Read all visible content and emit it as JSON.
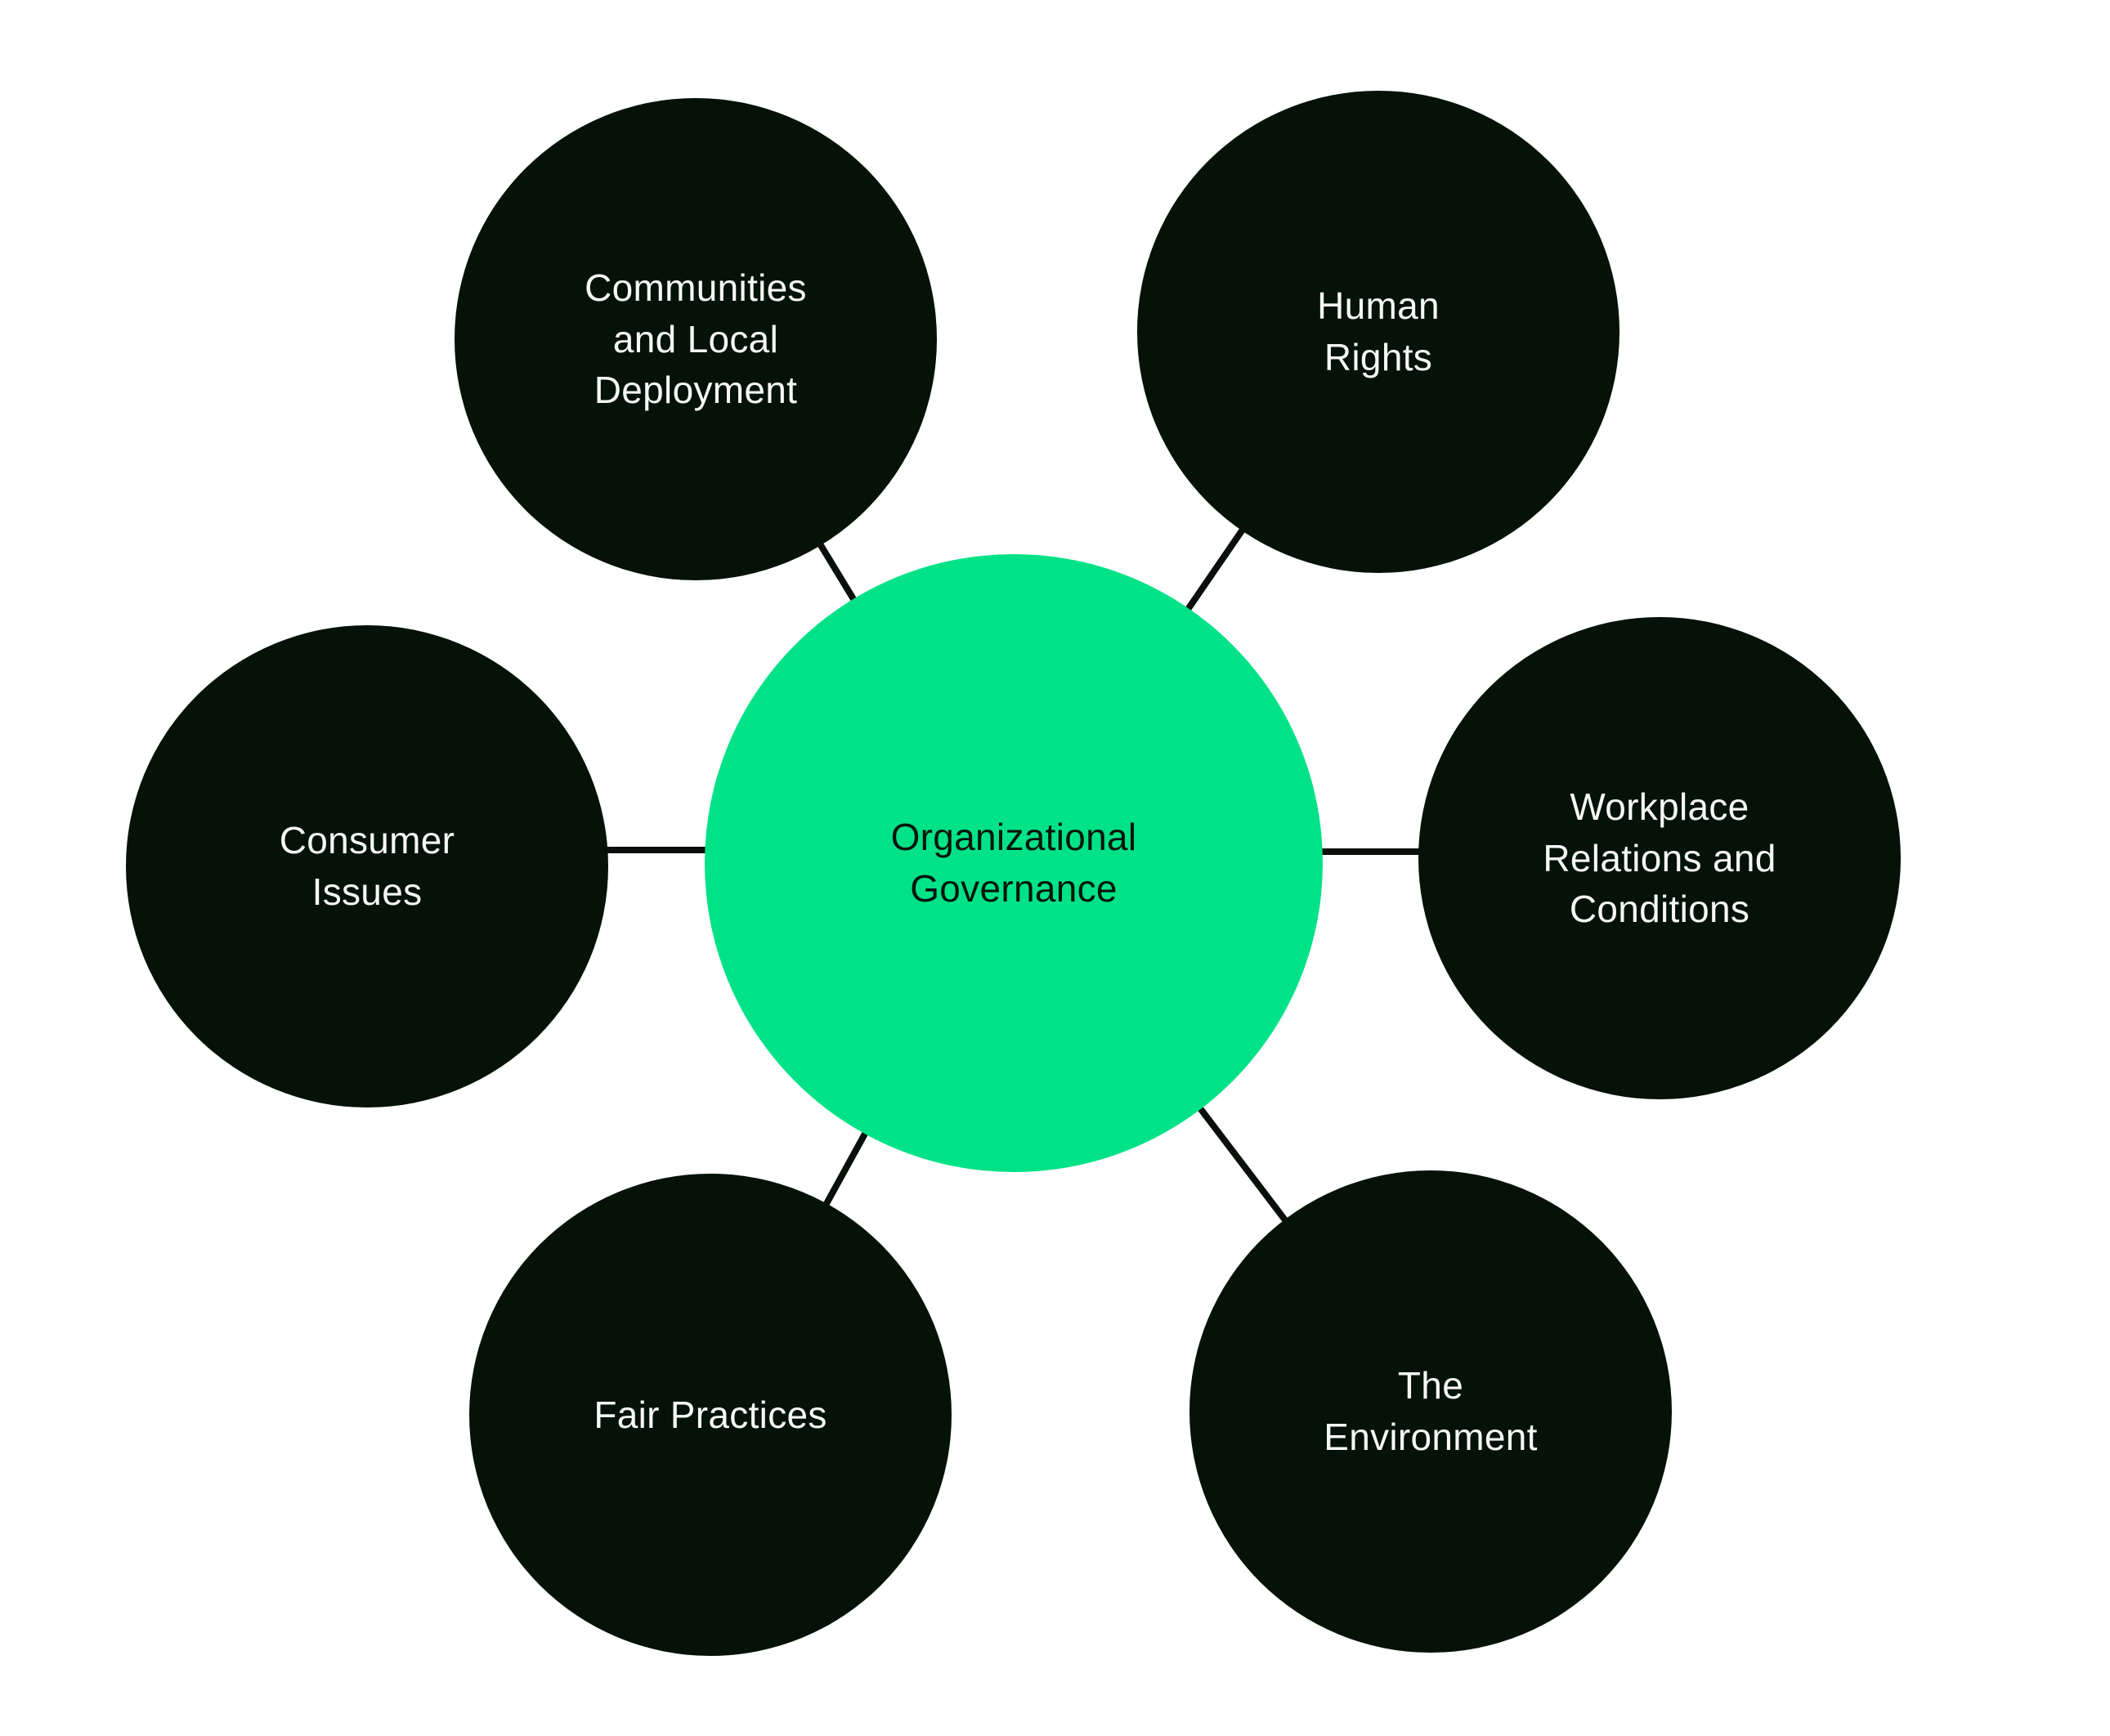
{
  "diagram": {
    "background_color": "#FFFFFF",
    "connector_color": "#0B0F0B",
    "center_node": {
      "label": "Organizational\nGovernance",
      "fill": "#00E287",
      "text_color": "#06150C"
    },
    "satellite_fill": "#041208",
    "satellite_text_color": "#F6F8F5",
    "satellite_nodes": [
      {
        "id": "communities-and-local-deployment",
        "position": "top-left",
        "label": "Communities\nand Local\nDeployment"
      },
      {
        "id": "human-rights",
        "position": "top-right",
        "label": "Human\nRights"
      },
      {
        "id": "workplace-relations-conditions",
        "position": "right",
        "label": "Workplace\nRelations and\nConditions"
      },
      {
        "id": "the-environment",
        "position": "bottom-right",
        "label": "The\nEnvironment"
      },
      {
        "id": "fair-practices",
        "position": "bottom-left",
        "label": "Fair Practices"
      },
      {
        "id": "consumer-issues",
        "position": "left",
        "label": "Consumer\nIssues"
      }
    ]
  }
}
